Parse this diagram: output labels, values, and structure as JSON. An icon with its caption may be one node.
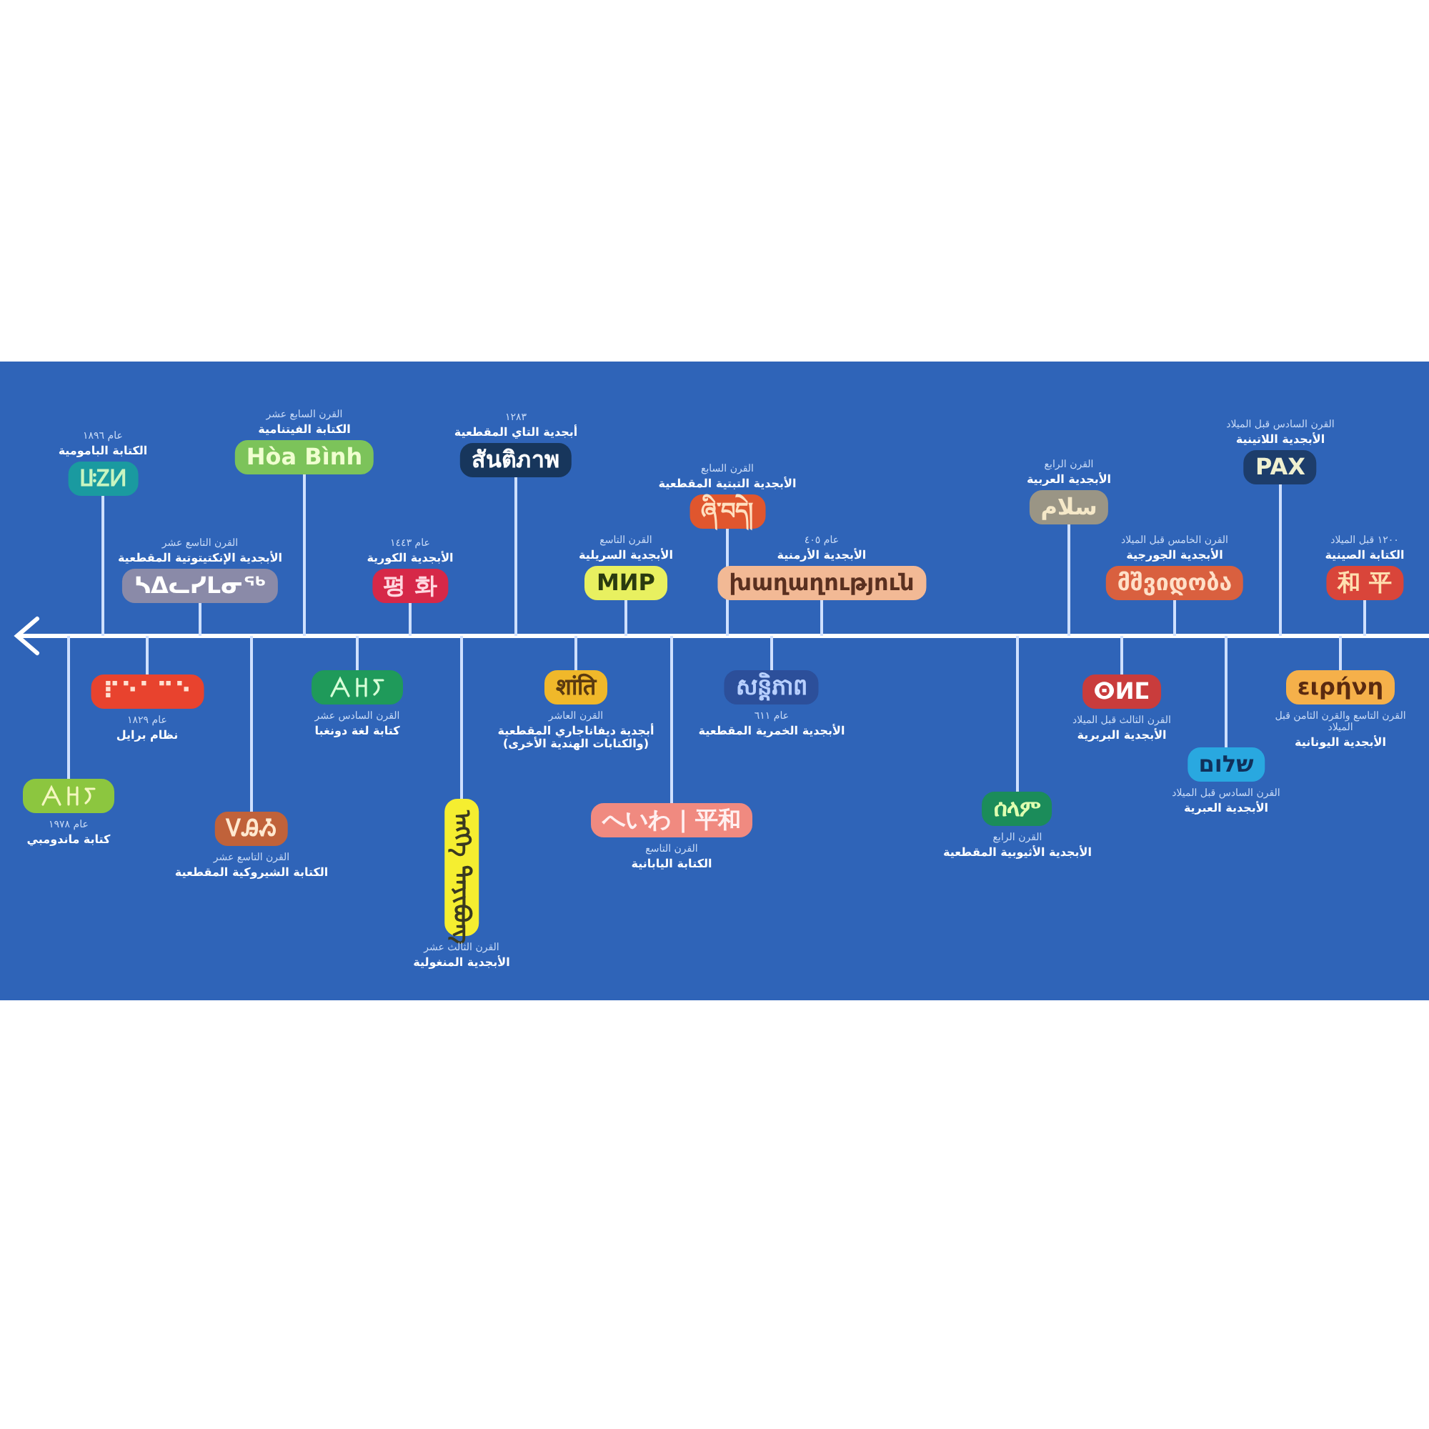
{
  "diagram": {
    "nodes": [
      {
        "text": [],
        "shape": "picture",
        "beside": [
          "عام ١٩٧٨",
          "كتابة ماندومبي"
        ]
      },
      {
        "text": [
          "ꚶꛉꚡ"
        ],
        "beside": [
          "عام ١٨٩٦",
          "الكتابة البامومية"
        ]
      },
      {
        "text": [
          "⠏⠑⠁⠉⠑"
        ],
        "beside": [
          "عام ١٨٢٩",
          "نظام برايل"
        ]
      },
      {
        "text": [
          "ᓴᐃᓚᓯᒪᓂᖅ"
        ],
        "beside": [
          "القرن التاسع عشر",
          "الأبجدية الإنكتيتوتية المقطعية"
        ]
      },
      {
        "text": [
          "ᏙᎯᏱ"
        ],
        "beside": [
          "القرن التاسع عشر",
          "الكتابة الشيروكية المقطعية"
        ]
      },
      {
        "text": [
          "Hòa Bình"
        ],
        "beside": [
          "القرن السابع عشر",
          "الكتابة الفيتنامية"
        ]
      },
      {
        "text": [],
        "shape": "picture",
        "beside": [
          "القرن السادس عشر",
          "كتابة لغة دونغبا"
        ]
      },
      {
        "text": [
          "평 화"
        ],
        "beside": [
          "عام ١٤٤٣",
          "الأبجدية الكورية"
        ]
      },
      {
        "text": [
          "ᠡᠩᠬᠡ ᠲᠠᠶᠢᠪᠤᠩ"
        ],
        "beside": [
          "القرن الثالث عشر",
          "الأبجدية المنغولية"
        ]
      },
      {
        "text": [
          "สันติภาพ"
        ],
        "beside": [
          "١٢٨٣",
          "أبجدية التاي المقطعية"
        ]
      },
      {
        "text": [
          "शांति"
        ],
        "beside": [
          "القرن العاشر",
          "أبجدية ديفاناجاري المقطعية (والكتابات الهندية الأخرى)"
        ]
      },
      {
        "text": [
          "МИР"
        ],
        "beside": [
          "القرن التاسع",
          "الأبجدية السريلية"
        ]
      },
      {
        "text": [
          "へいわ | 平和"
        ],
        "beside": [
          "القرن التاسع",
          "الكتابة اليابانية"
        ]
      },
      {
        "text": [
          "ཞི་བདེ།"
        ],
        "beside": [
          "القرن السابع",
          "الأبجدية التبتية المقطعية"
        ]
      },
      {
        "text": [
          "សន្តិភាព"
        ],
        "beside": [
          "عام ٦١١",
          "الأبجدية الخمرية المقطعية"
        ]
      },
      {
        "text": [
          "խաղաղություն"
        ],
        "beside": [
          "عام ٤٠٥",
          "الأبجدية الأرمنية"
        ]
      },
      {
        "text": [
          "ሰላም"
        ],
        "beside": [
          "القرن الرابع",
          "الأبجدية الأثيوبية المقطعية"
        ]
      },
      {
        "text": [
          "سلام"
        ],
        "beside": [
          "القرن الرابع",
          "الأبجدية العربية"
        ]
      },
      {
        "text": [
          "ⵙⵍⵎ"
        ],
        "beside": [
          "القرن الثالث قبل الميلاد",
          "الأبجدية البربرية"
        ]
      },
      {
        "text": [
          "მშვიდობა"
        ],
        "beside": [
          "القرن الخامس قبل الميلاد",
          "الأبجدية الجورجية"
        ]
      },
      {
        "text": [
          "שלום"
        ],
        "beside": [
          "القرن السادس قبل الميلاد",
          "الأبجدية العبرية"
        ]
      },
      {
        "text": [
          "PAX"
        ],
        "beside": [
          "القرن السادس قبل الميلاد",
          "الأبجدية اللاتينية"
        ]
      },
      {
        "text": [
          "ειρήνη"
        ],
        "beside": [
          "القرن التاسع والقرن الثامن قبل الميلاد",
          "الأبجدية اليونانية"
        ]
      },
      {
        "text": [
          "和 平"
        ],
        "beside": [
          "١٢٠٠ قبل الميلاد",
          "الكتابة الصينية"
        ]
      }
    ]
  }
}
